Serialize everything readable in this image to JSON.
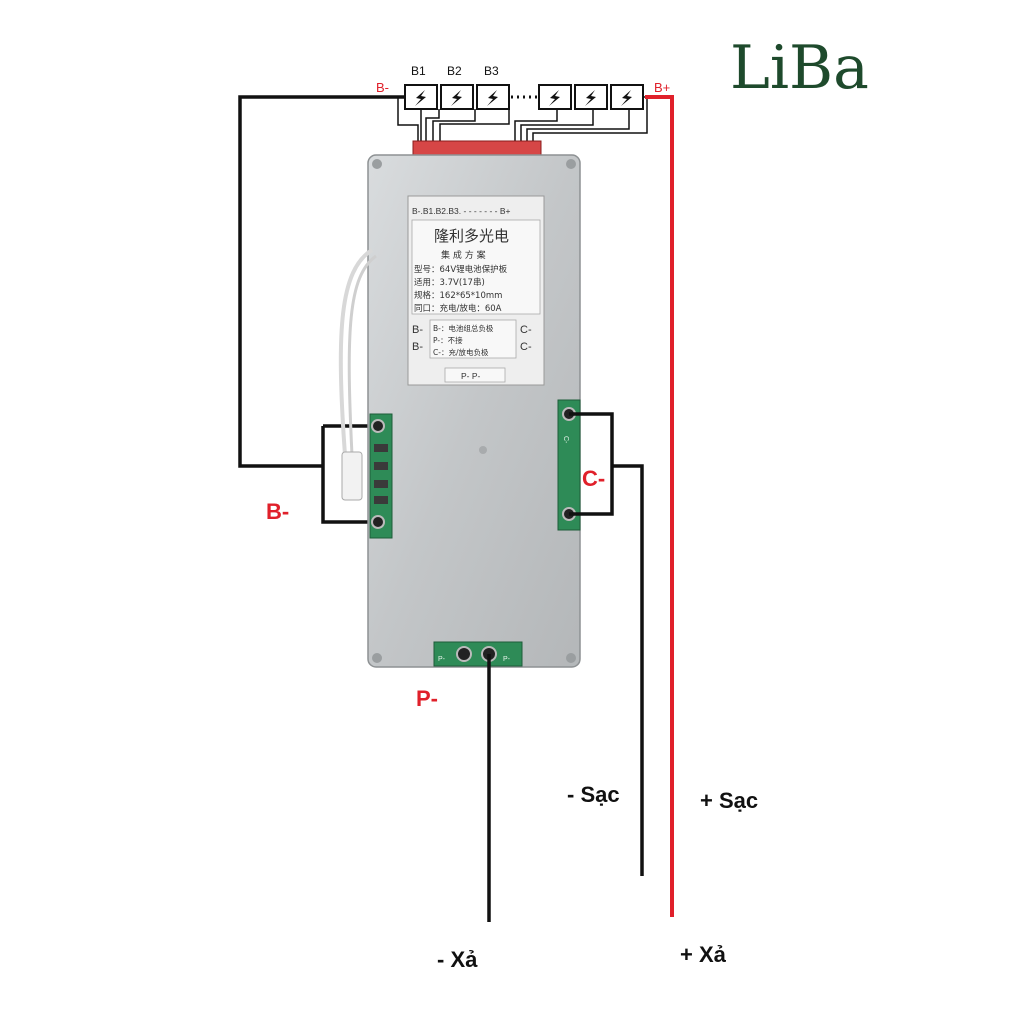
{
  "brand": {
    "logo_text": "LiBa",
    "color": "#1e4a2c"
  },
  "cells": {
    "labels": [
      "B1",
      "B2",
      "B3"
    ],
    "neg_terminal": "B-",
    "pos_terminal": "B+",
    "count_left": 3,
    "count_right": 3
  },
  "board": {
    "connector_left": "B-",
    "connector_right": "B+",
    "sticker": {
      "header": "B-.B1.B2.B3. - - - - - - - B+",
      "title": "隆利多光电",
      "subtitle": "集 成 方 案",
      "specs": [
        "型号：64V锂电池保护板",
        "适用：3.7V(17串)",
        "规格：162*65*10mm",
        "同口：充电/放电：60A"
      ],
      "left_marks": [
        "B-",
        "B-"
      ],
      "right_marks": [
        "C-",
        "C-"
      ],
      "legend": [
        "B-：电池组总负极",
        "P-：不接",
        "C-：充/放电负极"
      ],
      "footer": "P- P-"
    },
    "pad_c_text": "C-",
    "pad_p_left": "P-",
    "pad_p_right": "P-"
  },
  "wire_labels": {
    "b_minus": "B-",
    "c_minus": "C-",
    "p_minus": "P-",
    "charge_neg": "- Sạc",
    "charge_pos": "+ Sạc",
    "discharge_neg": "- Xả",
    "discharge_pos": "+ Xả"
  },
  "colors": {
    "wire_black": "#111111",
    "wire_red": "#e0202a",
    "label_red": "#e0202a",
    "pcb_green": "#2e8b57",
    "board_metal": "#c9ccce"
  }
}
